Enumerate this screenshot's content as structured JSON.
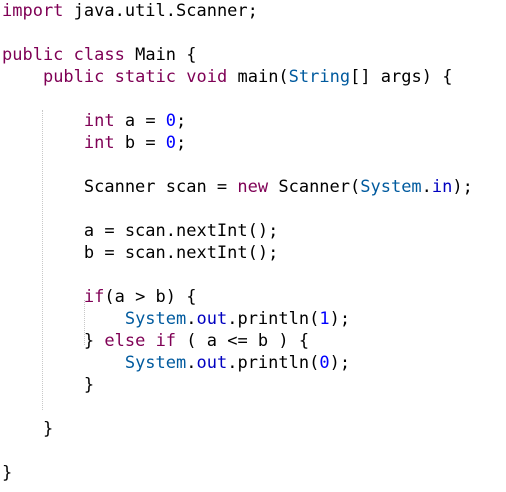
{
  "editor": {
    "language": "Java",
    "colors": {
      "keyword": "#7f0055",
      "number": "#0000ff",
      "field": "#0000c0",
      "type": "#005a9e",
      "text": "#000000",
      "indent_guide": "#c8c8c8"
    },
    "lines": [
      [
        [
          "import",
          "kw"
        ],
        [
          " java.util.Scanner;",
          "plain"
        ]
      ],
      [],
      [
        [
          "public",
          "kw"
        ],
        [
          " ",
          "plain"
        ],
        [
          "class",
          "kw"
        ],
        [
          " Main {",
          "plain"
        ]
      ],
      [
        [
          "    ",
          "plain"
        ],
        [
          "public",
          "kw"
        ],
        [
          " ",
          "plain"
        ],
        [
          "static",
          "kw"
        ],
        [
          " ",
          "plain"
        ],
        [
          "void",
          "kw"
        ],
        [
          " main(",
          "plain"
        ],
        [
          "String",
          "type"
        ],
        [
          "[] args) {",
          "plain"
        ]
      ],
      [],
      [
        [
          "        ",
          "plain"
        ],
        [
          "int",
          "kw"
        ],
        [
          " a = ",
          "plain"
        ],
        [
          "0",
          "num"
        ],
        [
          ";",
          "plain"
        ]
      ],
      [
        [
          "        ",
          "plain"
        ],
        [
          "int",
          "kw"
        ],
        [
          " b = ",
          "plain"
        ],
        [
          "0",
          "num"
        ],
        [
          ";",
          "plain"
        ]
      ],
      [],
      [
        [
          "        Scanner scan = ",
          "plain"
        ],
        [
          "new",
          "kw"
        ],
        [
          " Scanner(",
          "plain"
        ],
        [
          "System",
          "type"
        ],
        [
          ".",
          "plain"
        ],
        [
          "in",
          "field"
        ],
        [
          ");",
          "plain"
        ]
      ],
      [],
      [
        [
          "        a = scan.nextInt();",
          "plain"
        ]
      ],
      [
        [
          "        b = scan.nextInt();",
          "plain"
        ]
      ],
      [],
      [
        [
          "        ",
          "plain"
        ],
        [
          "if",
          "kw"
        ],
        [
          "(a > b) {",
          "plain"
        ]
      ],
      [
        [
          "            ",
          "plain"
        ],
        [
          "System",
          "type"
        ],
        [
          ".",
          "plain"
        ],
        [
          "out",
          "field"
        ],
        [
          ".println(",
          "plain"
        ],
        [
          "1",
          "num"
        ],
        [
          ");",
          "plain"
        ]
      ],
      [
        [
          "        } ",
          "plain"
        ],
        [
          "else",
          "kw"
        ],
        [
          " ",
          "plain"
        ],
        [
          "if",
          "kw"
        ],
        [
          " ( a <= b ) {",
          "plain"
        ]
      ],
      [
        [
          "            ",
          "plain"
        ],
        [
          "System",
          "type"
        ],
        [
          ".",
          "plain"
        ],
        [
          "out",
          "field"
        ],
        [
          ".println(",
          "plain"
        ],
        [
          "0",
          "num"
        ],
        [
          ");",
          "plain"
        ]
      ],
      [
        [
          "        }",
          "plain"
        ]
      ],
      [],
      [
        [
          "    }",
          "plain"
        ]
      ],
      [],
      [
        [
          "}",
          "plain"
        ]
      ]
    ]
  }
}
